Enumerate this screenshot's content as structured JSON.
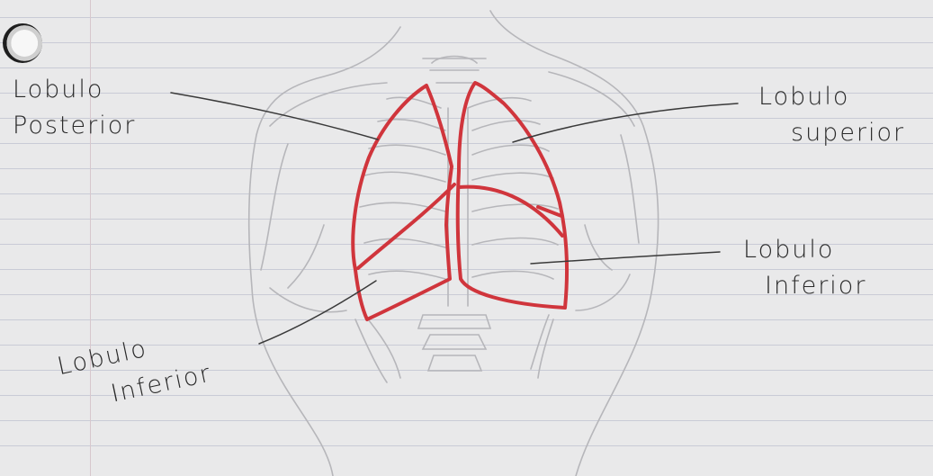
{
  "labels": {
    "posterior": {
      "line1": "Lobulo",
      "line2": "Posterior"
    },
    "superior": {
      "line1": "Lobulo",
      "line2": "superior"
    },
    "inferior_right": {
      "line1": "Lobulo",
      "line2": "Inferior"
    },
    "inferior_left": {
      "line1": "Lobulo",
      "line2": "Inferior"
    }
  },
  "colors": {
    "paper": "#e9e9ea",
    "ruled_line": "#c9cbd6",
    "pencil": "#b8b8bc",
    "lung_outline": "#d0353c",
    "ink": "#2a2a2a"
  }
}
